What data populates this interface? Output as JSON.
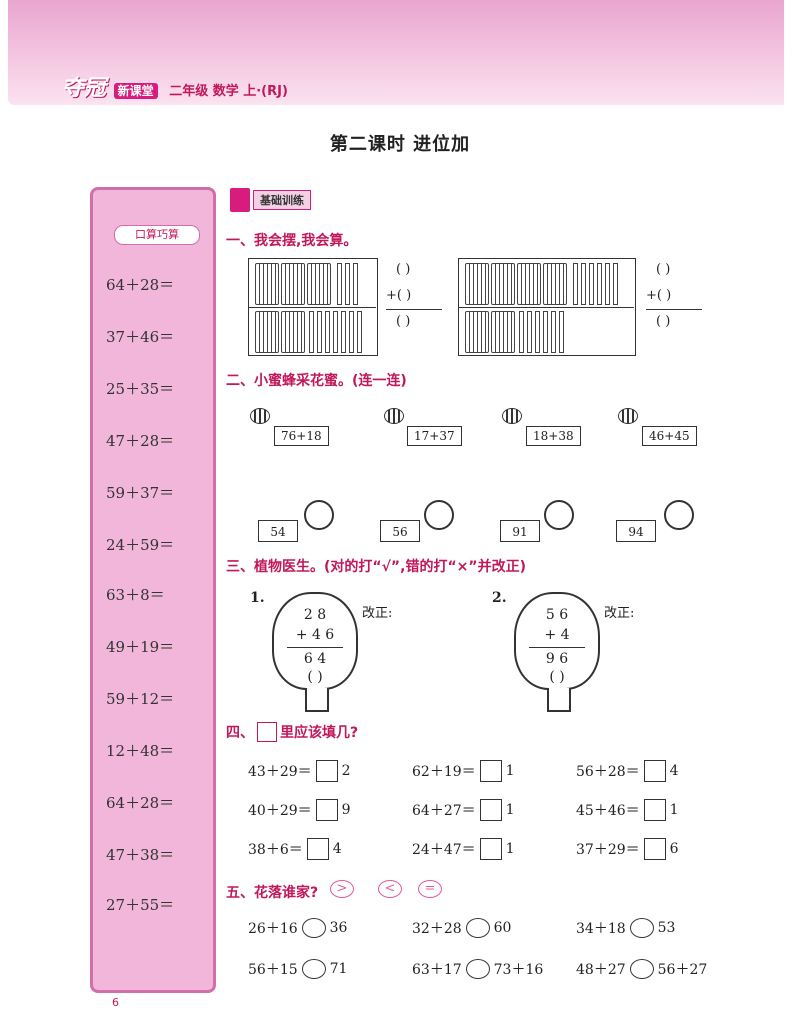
{
  "header": {
    "logo": "夺冠",
    "series": "新课堂",
    "meta": "二年级 数学 上·(RJ)"
  },
  "title": "第二课时 进位加",
  "sidebar": {
    "title": "口算巧算",
    "items": [
      "64＋28＝",
      "37＋46＝",
      "25＋35＝",
      "47＋28＝",
      "59＋37＝",
      "24＋59＝",
      "63＋8＝",
      "49＋19＝",
      "59＋12＝",
      "12＋48＝",
      "64＋28＝",
      "47＋38＝",
      "27＋55＝"
    ]
  },
  "badge": "基础训练",
  "s1": {
    "heading": "一、我会摆,我会算。",
    "paren": "(    )",
    "plus": "+(    )"
  },
  "s2": {
    "heading": "二、小蜜蜂采花蜜。(连一连)",
    "calcs": [
      "76+18",
      "17+37",
      "18+38",
      "46+45"
    ],
    "flowers": [
      "54",
      "56",
      "91",
      "94"
    ]
  },
  "s3": {
    "heading": "三、植物医生。(对的打“√”,错的打“×”并改正)",
    "p1": {
      "num": "1.",
      "a": "2  8",
      "b": "+ 4  6",
      "r": "6  4",
      "mark": "(    )",
      "fix": "改正:"
    },
    "p2": {
      "num": "2.",
      "a": "5  6",
      "b": "+ 4",
      "r": "9  6",
      "mark": "(    )",
      "fix": "改正:"
    }
  },
  "s4": {
    "heading_pre": "四、",
    "heading_post": "里应该填几?",
    "rows": [
      [
        "43＋29＝",
        "2",
        "62＋19＝",
        "1",
        "56＋28＝",
        "4"
      ],
      [
        "40＋29＝",
        "9",
        "64＋27＝",
        "1",
        "45＋46＝",
        "1"
      ],
      [
        "38＋6＝",
        "4",
        "24＋47＝",
        "1",
        "37＋29＝",
        "6"
      ]
    ]
  },
  "s5": {
    "heading": "五、花落谁家?",
    "symbols": [
      ">",
      "<",
      "="
    ],
    "rows": [
      [
        "26＋16",
        "36",
        "32＋28",
        "60",
        "34＋18",
        "53"
      ],
      [
        "56＋15",
        "71",
        "63＋17",
        "73＋16",
        "48＋27",
        "56＋27"
      ]
    ]
  },
  "page_number": "6"
}
